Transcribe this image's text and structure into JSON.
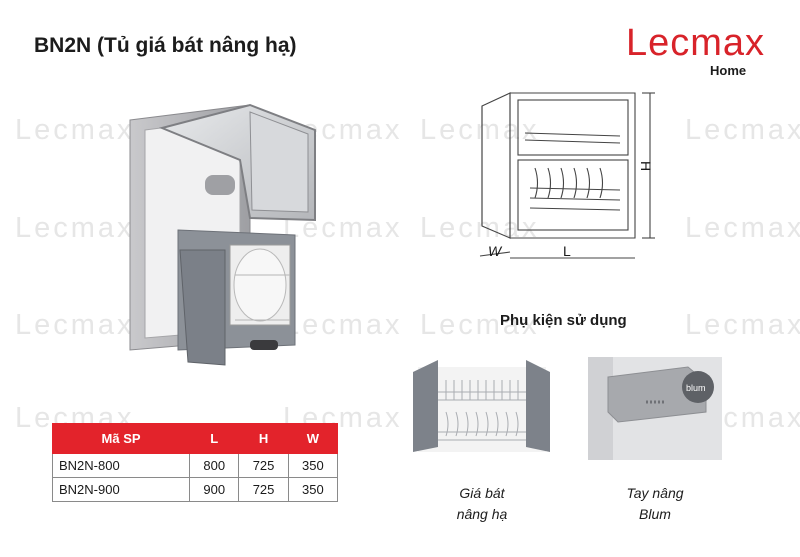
{
  "title": "BN2N (Tủ giá bát nâng hạ)",
  "logo": {
    "brand": "Lecmax",
    "sub": "Home",
    "brand_color": "#d8232a"
  },
  "watermark": "Lecmax",
  "dimension_labels": {
    "w": "W",
    "l": "L",
    "h": "H"
  },
  "accessories_title": "Phụ kiện sử dụng",
  "accessories": [
    {
      "line1": "Giá bát",
      "line2": "nâng hạ"
    },
    {
      "line1": "Tay nâng",
      "line2": "Blum"
    }
  ],
  "blum_brand": "blum",
  "table": {
    "headers": [
      "Mã SP",
      "L",
      "H",
      "W"
    ],
    "rows": [
      [
        "BN2N-800",
        "800",
        "725",
        "350"
      ],
      [
        "BN2N-900",
        "900",
        "725",
        "350"
      ]
    ],
    "header_color": "#e3232b"
  }
}
